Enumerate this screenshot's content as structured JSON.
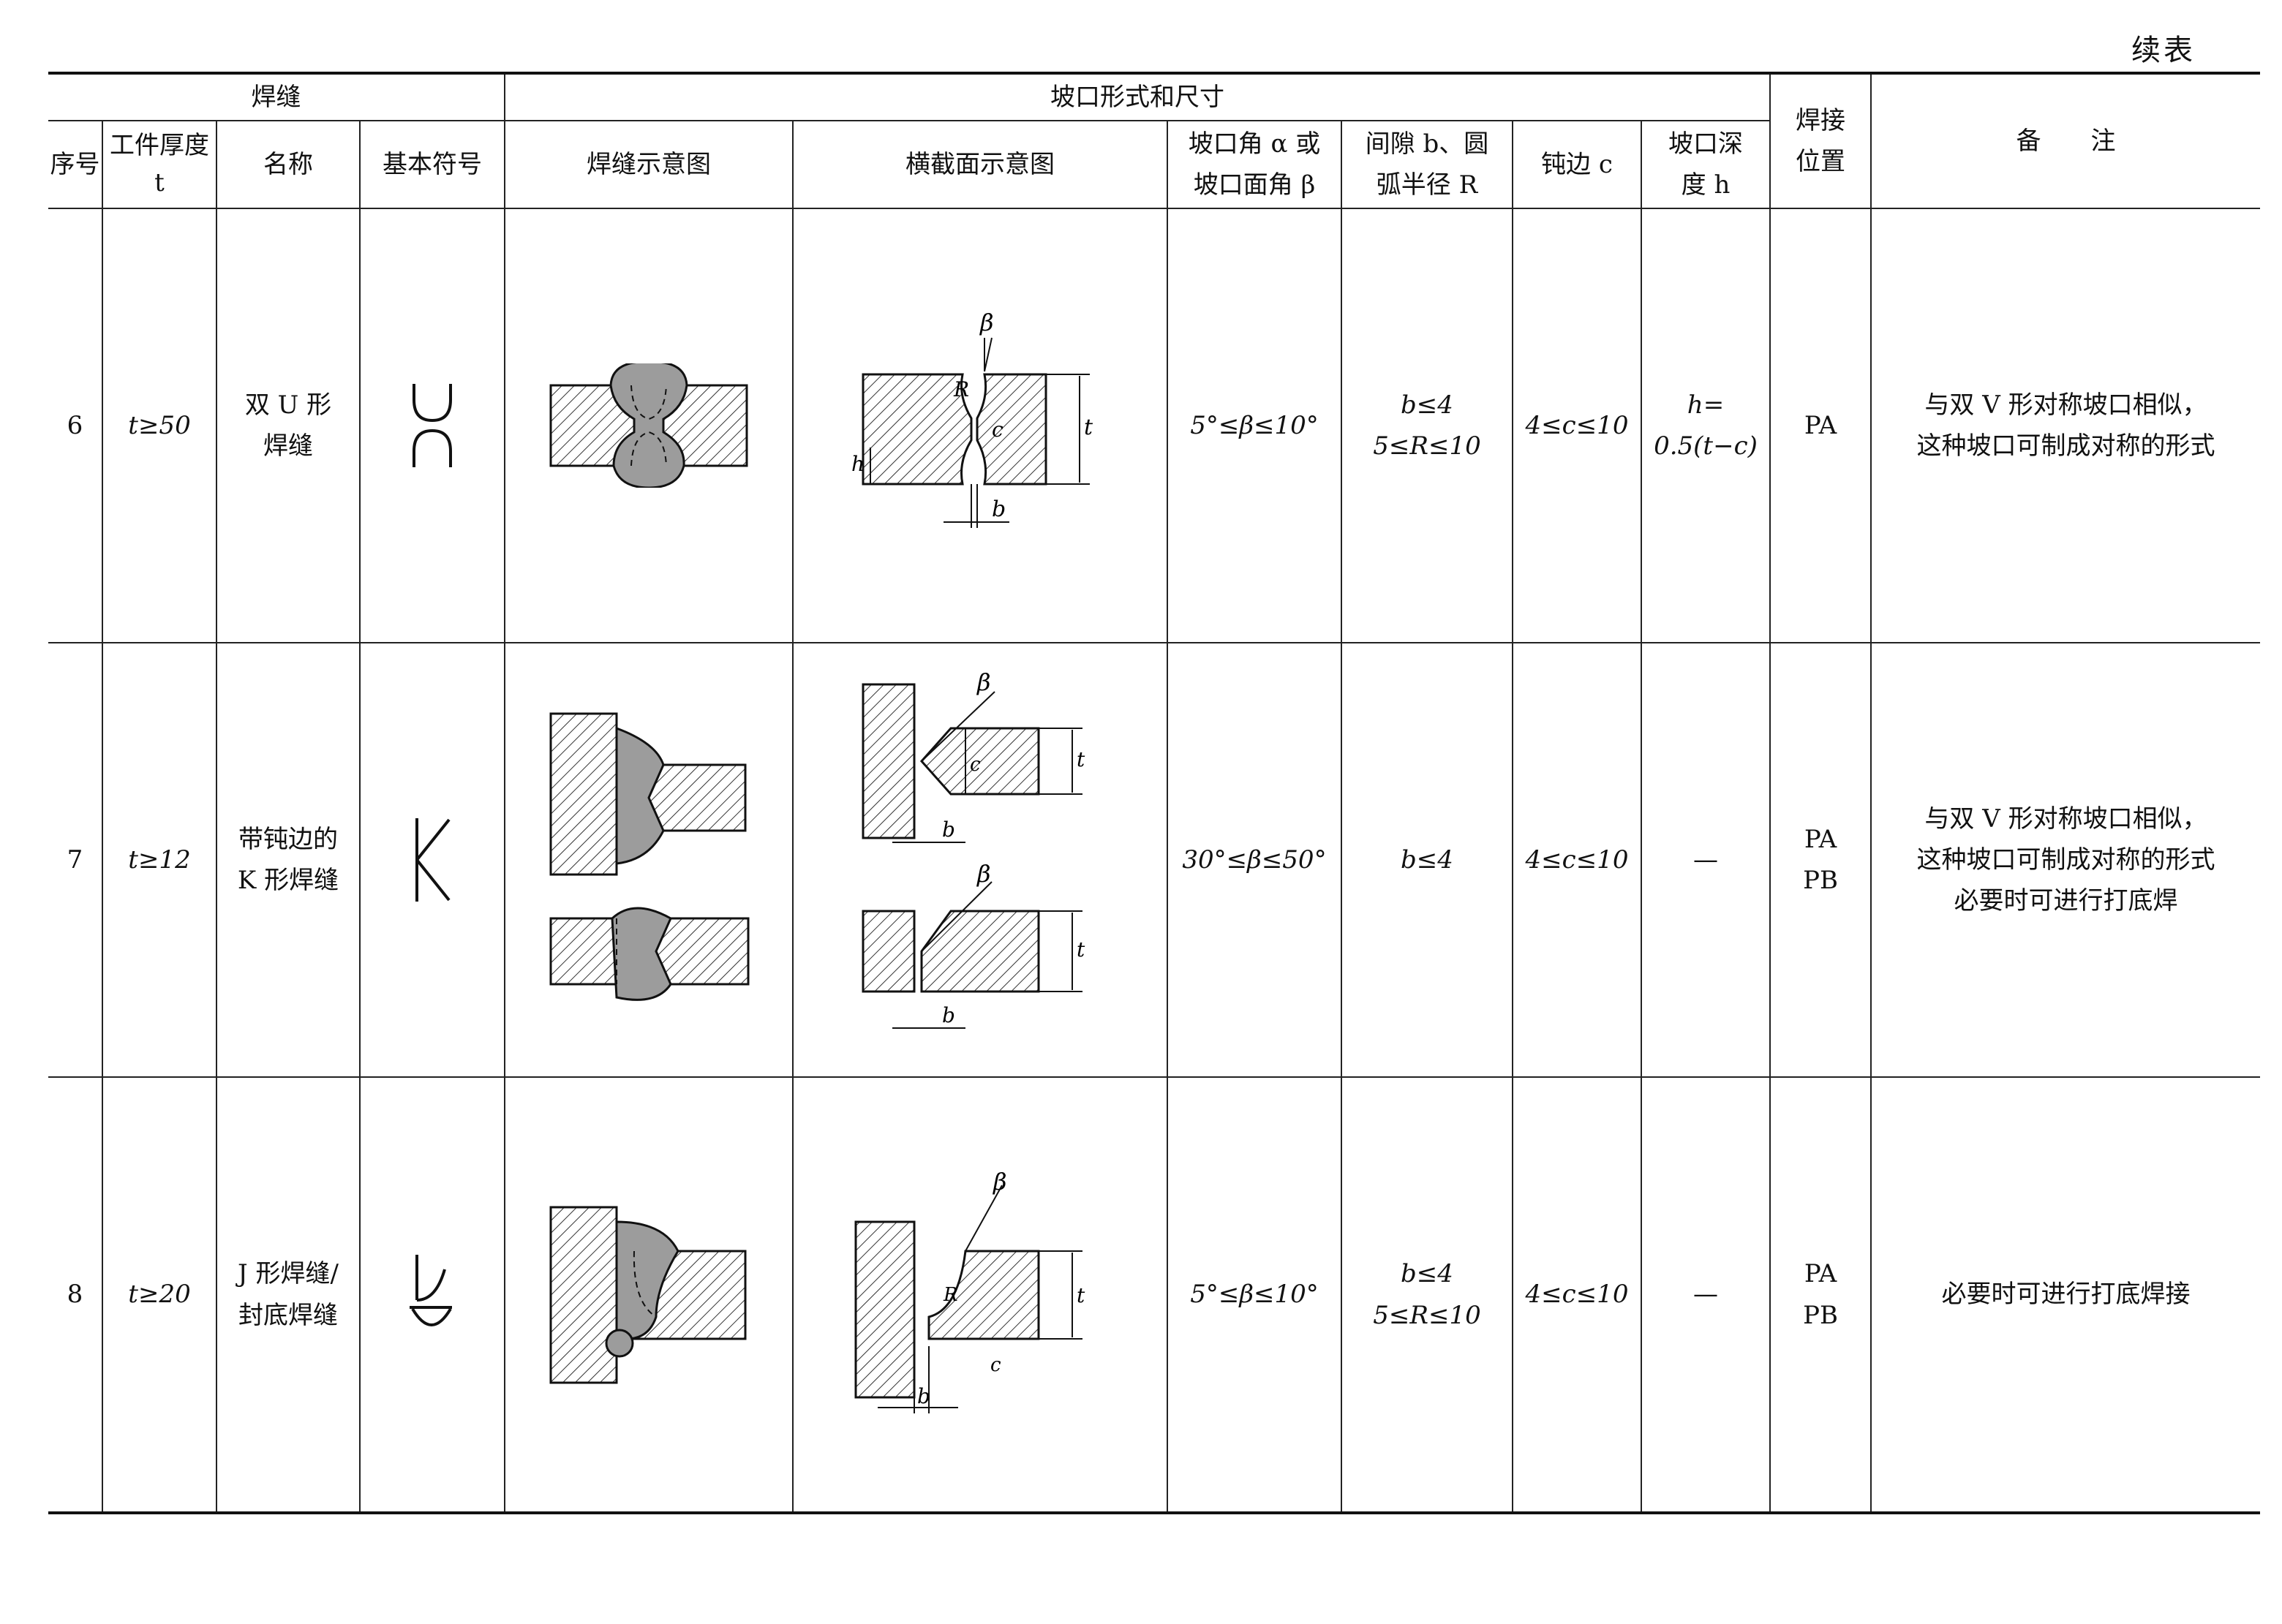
{
  "page_label": "续表",
  "header": {
    "group_weld": "焊缝",
    "group_groove": "坡口形式和尺寸",
    "col_seq": "序号",
    "col_thickness": "工件厚度 t",
    "col_name": "名称",
    "col_symbol": "基本符号",
    "col_weld_diagram": "焊缝示意图",
    "col_cross_section": "横截面示意图",
    "col_angle_line1": "坡口角 α 或",
    "col_angle_line2": "坡口面角 β",
    "col_gap_line1": "间隙 b、圆",
    "col_gap_line2": "弧半径 R",
    "col_root_face": "钝边 c",
    "col_depth_line1": "坡口深",
    "col_depth_line2": "度 h",
    "col_position_line1": "焊接",
    "col_position_line2": "位置",
    "col_remarks": "备　　注"
  },
  "rows": [
    {
      "seq": "6",
      "thickness": "t≥50",
      "name_line1": "双 U 形",
      "name_line2": "焊缝",
      "angle": "5°≤β≤10°",
      "gap_line1": "b≤4",
      "gap_line2": "5≤R≤10",
      "root_face": "4≤c≤10",
      "depth_line1": "h=",
      "depth_line2": "0.5(t−c)",
      "position_line1": "PA",
      "position_line2": "",
      "remark_line1": "与双 V 形对称坡口相似，",
      "remark_line2": "这种坡口可制成对称的形式",
      "remark_line3": "",
      "symbol_icon": "double-u-weld-symbol",
      "labels": {
        "beta": "β",
        "r": "R",
        "c": "c",
        "t": "t",
        "h": "h",
        "b": "b"
      }
    },
    {
      "seq": "7",
      "thickness": "t≥12",
      "name_line1": "带钝边的",
      "name_line2": "K 形焊缝",
      "angle": "30°≤β≤50°",
      "gap_line1": "b≤4",
      "gap_line2": "",
      "root_face": "4≤c≤10",
      "depth_line1": "—",
      "depth_line2": "",
      "position_line1": "PA",
      "position_line2": "PB",
      "remark_line1": "与双 V 形对称坡口相似，",
      "remark_line2": "这种坡口可制成对称的形式",
      "remark_line3": "必要时可进行打底焊",
      "symbol_icon": "k-weld-symbol",
      "labels": {
        "beta": "β",
        "c": "c",
        "t": "t",
        "b": "b"
      }
    },
    {
      "seq": "8",
      "thickness": "t≥20",
      "name_line1": "J 形焊缝/",
      "name_line2": "封底焊缝",
      "angle": "5°≤β≤10°",
      "gap_line1": "b≤4",
      "gap_line2": "5≤R≤10",
      "root_face": "4≤c≤10",
      "depth_line1": "—",
      "depth_line2": "",
      "position_line1": "PA",
      "position_line2": "PB",
      "remark_line1": "必要时可进行打底焊接",
      "remark_line2": "",
      "remark_line3": "",
      "symbol_icon": "j-weld-with-backing-symbol",
      "labels": {
        "beta": "β",
        "r": "R",
        "c": "c",
        "t": "t",
        "b": "b"
      }
    }
  ]
}
